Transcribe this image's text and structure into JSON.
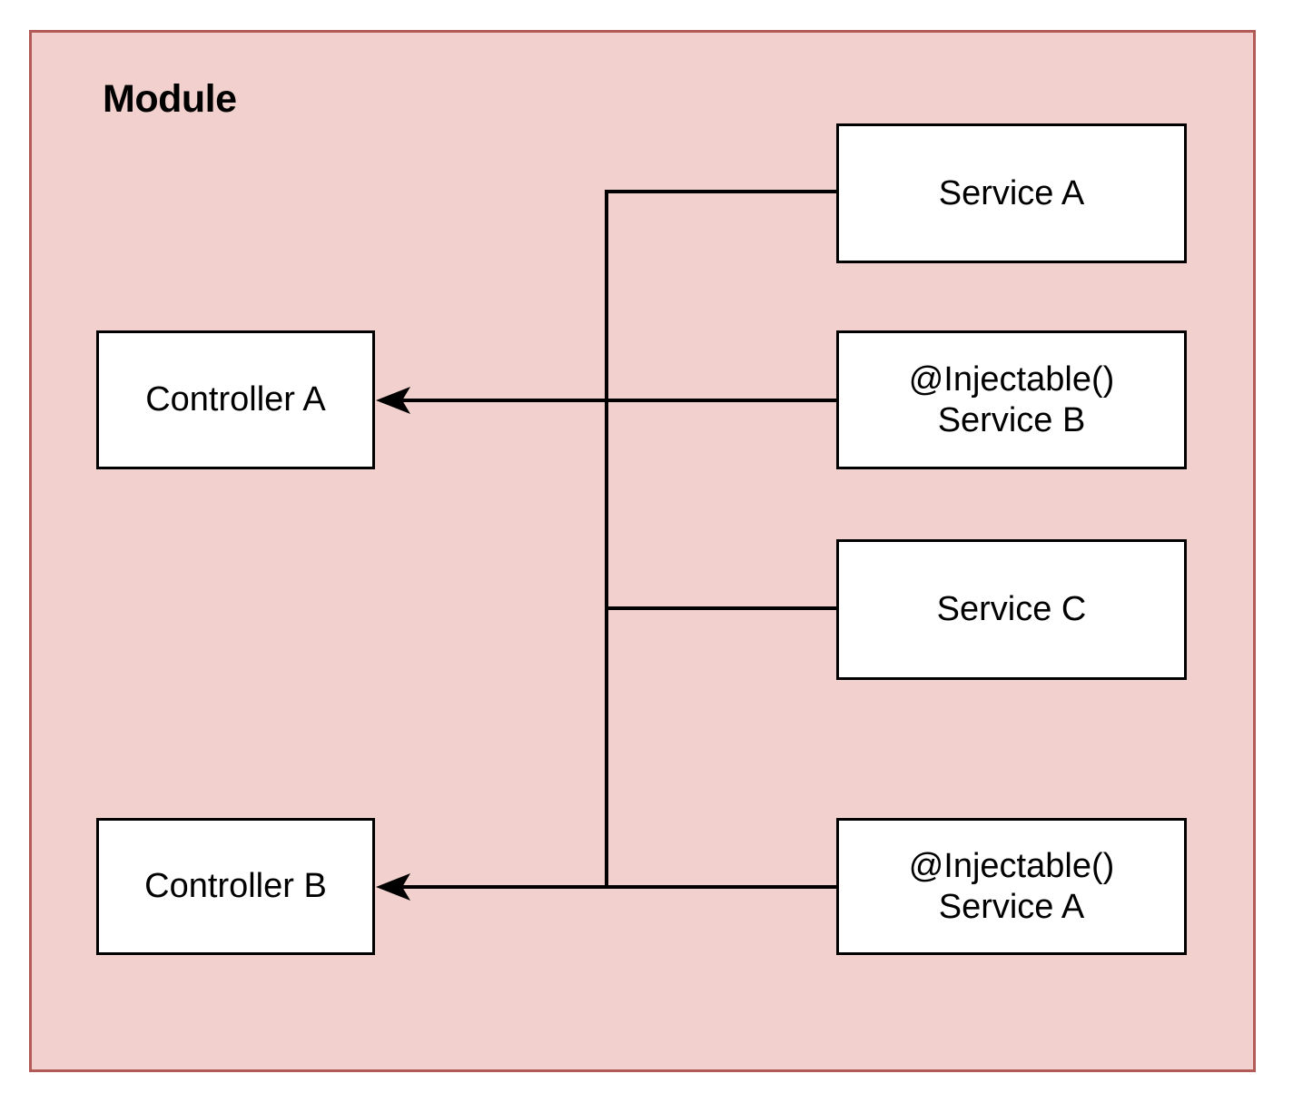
{
  "diagram": {
    "title": "Module",
    "container": {
      "label": "Module",
      "fill_color": "#f2d0cd",
      "border_color": "#b25a55"
    },
    "node_fill_color": "#ffffff",
    "node_border_color": "#000000",
    "connector_color": "#000000",
    "nodes": [
      {
        "id": "controller-a",
        "label": "Controller A"
      },
      {
        "id": "controller-b",
        "label": "Controller B"
      },
      {
        "id": "service-a",
        "label": "Service A"
      },
      {
        "id": "service-b",
        "label": "@Injectable()\nService B"
      },
      {
        "id": "service-c",
        "label": "Service C"
      },
      {
        "id": "injectable-service-a",
        "label": "@Injectable()\nService A"
      }
    ],
    "edges": [
      {
        "from": "service-a",
        "to": "trunk",
        "arrow": false
      },
      {
        "from": "service-b",
        "to": "controller-a",
        "arrow": true
      },
      {
        "from": "service-c",
        "to": "trunk",
        "arrow": false
      },
      {
        "from": "injectable-service-a",
        "to": "controller-b",
        "arrow": true
      }
    ]
  }
}
